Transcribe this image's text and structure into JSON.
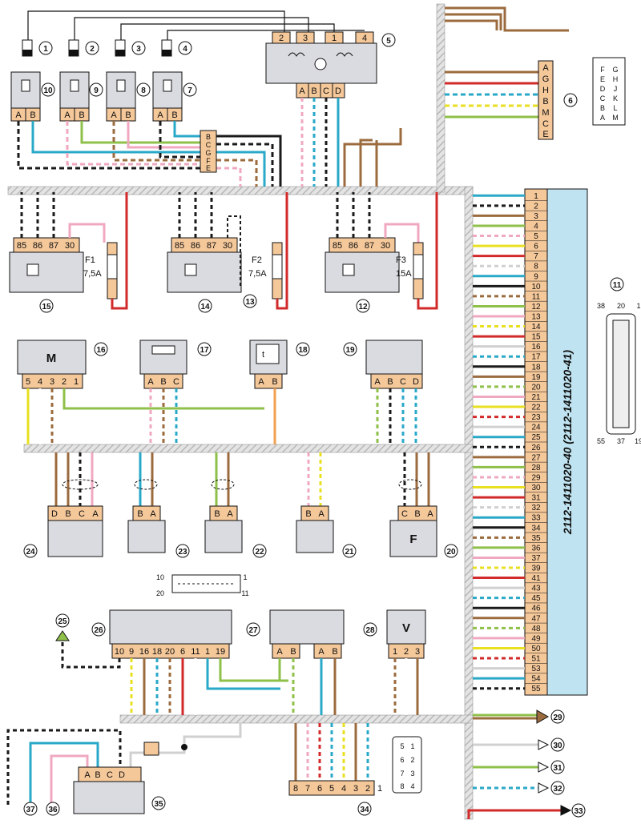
{
  "colors": {
    "box": "#d9dbe0",
    "pin": "#f5c89a",
    "ecu": "#bfe3f0",
    "bus": "#d0d0d0",
    "brown": "#9b6b3e",
    "red": "#d22a2a",
    "green": "#8fc04a",
    "blue": "#2aa8c8",
    "pink": "#f0a8c0",
    "black": "#1a1a1a",
    "yellow": "#e8e020",
    "orange": "#f0a050",
    "white": "#ffffff"
  },
  "components": [
    {
      "id": "1",
      "label": "1",
      "pins": []
    },
    {
      "id": "2",
      "label": "2",
      "pins": []
    },
    {
      "id": "3",
      "label": "3",
      "pins": []
    },
    {
      "id": "4",
      "label": "4",
      "pins": []
    },
    {
      "id": "5",
      "label": "5",
      "pins": [
        "2",
        "3",
        "1",
        "4",
        "A",
        "B",
        "C",
        "D"
      ]
    },
    {
      "id": "6",
      "label": "6",
      "pins": [
        "A",
        "G",
        "H",
        "B",
        "M",
        "C",
        "E"
      ]
    },
    {
      "id": "7",
      "label": "7",
      "pins": [
        "A",
        "B"
      ]
    },
    {
      "id": "8",
      "label": "8",
      "pins": [
        "A",
        "B"
      ]
    },
    {
      "id": "9",
      "label": "9",
      "pins": [
        "A",
        "B"
      ]
    },
    {
      "id": "10",
      "label": "10",
      "pins": [
        "A",
        "B"
      ]
    },
    {
      "id": "11",
      "label": "11",
      "pins": [
        "38",
        "20",
        "1",
        "55",
        "37",
        "19"
      ]
    },
    {
      "id": "12",
      "label": "12",
      "pins": [
        "85",
        "86",
        "87",
        "30"
      ]
    },
    {
      "id": "13",
      "label": "13",
      "pins": []
    },
    {
      "id": "14",
      "label": "14",
      "pins": [
        "85",
        "86",
        "87",
        "30"
      ]
    },
    {
      "id": "15",
      "label": "15",
      "pins": [
        "85",
        "86",
        "87",
        "30"
      ]
    },
    {
      "id": "16",
      "label": "16",
      "text": "M",
      "pins": [
        "5",
        "4",
        "3",
        "2",
        "1"
      ]
    },
    {
      "id": "17",
      "label": "17",
      "pins": [
        "A",
        "B",
        "C"
      ]
    },
    {
      "id": "18",
      "label": "18",
      "text": "t",
      "pins": [
        "A",
        "B"
      ]
    },
    {
      "id": "19",
      "label": "19",
      "pins": [
        "A",
        "B",
        "C",
        "D"
      ]
    },
    {
      "id": "20",
      "label": "20",
      "text": "F",
      "pins": [
        "C",
        "B",
        "A"
      ]
    },
    {
      "id": "21",
      "label": "21",
      "pins": [
        "B",
        "A"
      ]
    },
    {
      "id": "22",
      "label": "22",
      "pins": [
        "B",
        "A"
      ]
    },
    {
      "id": "23",
      "label": "23",
      "pins": [
        "B",
        "A"
      ]
    },
    {
      "id": "24",
      "label": "24",
      "pins": [
        "D",
        "B",
        "C",
        "A"
      ]
    },
    {
      "id": "25",
      "label": "25",
      "pins": []
    },
    {
      "id": "26",
      "label": "26",
      "pins": [
        "10",
        "9",
        "16",
        "18",
        "20",
        "6",
        "11",
        "1",
        "19"
      ]
    },
    {
      "id": "27",
      "label": "27",
      "pins": [
        "A",
        "B",
        "A",
        "B"
      ]
    },
    {
      "id": "28",
      "label": "28",
      "text": "V",
      "pins": [
        "1",
        "2",
        "3"
      ]
    },
    {
      "id": "29",
      "label": "29",
      "pins": []
    },
    {
      "id": "30",
      "label": "30",
      "pins": []
    },
    {
      "id": "31",
      "label": "31",
      "pins": []
    },
    {
      "id": "32",
      "label": "32",
      "pins": []
    },
    {
      "id": "33",
      "label": "33",
      "pins": []
    },
    {
      "id": "34",
      "label": "34",
      "pins": [
        "8",
        "7",
        "6",
        "5",
        "4",
        "3",
        "2",
        "1"
      ]
    },
    {
      "id": "35",
      "label": "35",
      "pins": [
        "A",
        "B",
        "C",
        "D"
      ]
    },
    {
      "id": "36",
      "label": "36",
      "pins": []
    },
    {
      "id": "37",
      "label": "37",
      "pins": []
    }
  ],
  "connector6_face": [
    "F",
    "G",
    "E",
    "H",
    "D",
    "J",
    "C",
    "K",
    "B",
    "L",
    "A",
    "M"
  ],
  "connector34_face": [
    "5",
    "1",
    "6",
    "2",
    "7",
    "3",
    "8",
    "4"
  ],
  "connector26_face": {
    "tl": "10",
    "tr": "1",
    "bl": "20",
    "br": "11"
  },
  "ecu_connector": {
    "title": "2112-1411020-40 (2112-1411020-41)",
    "pins": [
      "1",
      "2",
      "3",
      "4",
      "5",
      "6",
      "7",
      "8",
      "9",
      "10",
      "11",
      "12",
      "13",
      "14",
      "15",
      "16",
      "17",
      "18",
      "19",
      "20",
      "21",
      "22",
      "23",
      "24",
      "25",
      "26",
      "27",
      "28",
      "29",
      "30",
      "31",
      "32",
      "33",
      "34",
      "35",
      "36",
      "37",
      "39",
      "41",
      "43",
      "45",
      "46",
      "47",
      "48",
      "49",
      "50",
      "51",
      "53",
      "54",
      "55"
    ]
  },
  "fuses": [
    {
      "name": "F1",
      "rating": "7,5A"
    },
    {
      "name": "F2",
      "rating": "7,5A"
    },
    {
      "name": "F3",
      "rating": "15A"
    }
  ]
}
